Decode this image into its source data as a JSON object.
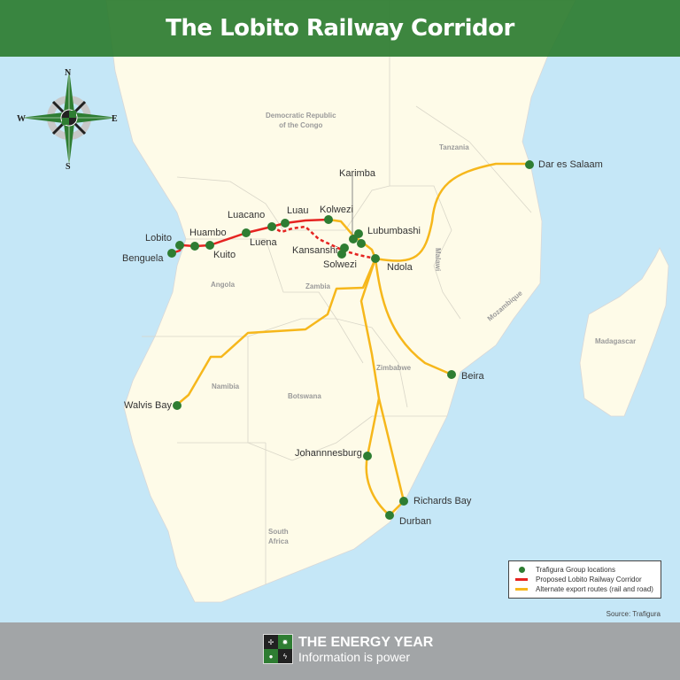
{
  "header": {
    "title": "The Lobito Railway Corridor"
  },
  "colors": {
    "sea": "#c5e7f7",
    "land": "#fefbe8",
    "header": "#2e7d32",
    "rail_proposed": "#e52421",
    "routes_alternate": "#f6b71b",
    "location": "#2e7d32",
    "footer": "#a2a5a7"
  },
  "compass": {
    "n": "N",
    "s": "S",
    "e": "E",
    "w": "W"
  },
  "countries": [
    {
      "name": "Democratic Republic",
      "name2": "of the Congo"
    },
    {
      "name": "Tanzania"
    },
    {
      "name": "Angola"
    },
    {
      "name": "Zambia"
    },
    {
      "name": "Malawi"
    },
    {
      "name": "Mozambique"
    },
    {
      "name": "Madagascar"
    },
    {
      "name": "Namibia"
    },
    {
      "name": "Botswana"
    },
    {
      "name": "Zimbabwe"
    },
    {
      "name": "South",
      "name2": "Africa"
    }
  ],
  "locations": [
    {
      "name": "Lobito"
    },
    {
      "name": "Benguela"
    },
    {
      "name": "Huambo"
    },
    {
      "name": "Kuito"
    },
    {
      "name": "Luacano"
    },
    {
      "name": "Luena"
    },
    {
      "name": "Luau"
    },
    {
      "name": "Kolwezi"
    },
    {
      "name": "Karimba"
    },
    {
      "name": "Lubumbashi"
    },
    {
      "name": "Kansanshi"
    },
    {
      "name": "Solwezi"
    },
    {
      "name": "Ndola"
    },
    {
      "name": "Dar es Salaam"
    },
    {
      "name": "Beira"
    },
    {
      "name": "Walvis Bay"
    },
    {
      "name": "Johannnesburg"
    },
    {
      "name": "Richards Bay"
    },
    {
      "name": "Durban"
    }
  ],
  "legend": {
    "items": [
      {
        "label": "Trafigura Group locations"
      },
      {
        "label": "Proposed Lobito Railway Corridor"
      },
      {
        "label": "Alternate export routes (rail and road)"
      }
    ]
  },
  "source": "Source: Trafigura",
  "footer": {
    "brand": "THE ENERGY YEAR",
    "tagline": "Information is power"
  }
}
